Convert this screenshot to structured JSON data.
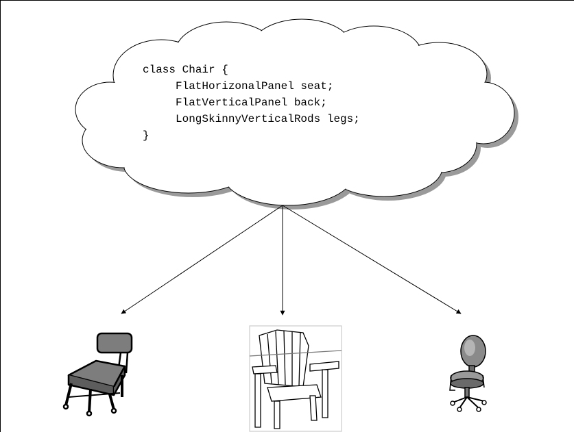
{
  "code": {
    "lines": [
      "class Chair {",
      "FlatHorizonalPanel seat;",
      "FlatVerticalPanel back;",
      "LongSkinnyVerticalRods legs;",
      "}"
    ]
  },
  "chairs": [
    "school-chair-icon",
    "adirondack-chair-icon",
    "office-chair-icon"
  ],
  "colors": {
    "cloud_fill": "#ffffff",
    "cloud_shadow": "#9a9a9a",
    "stroke": "#000000",
    "chair_gray": "#7d7d7d"
  }
}
